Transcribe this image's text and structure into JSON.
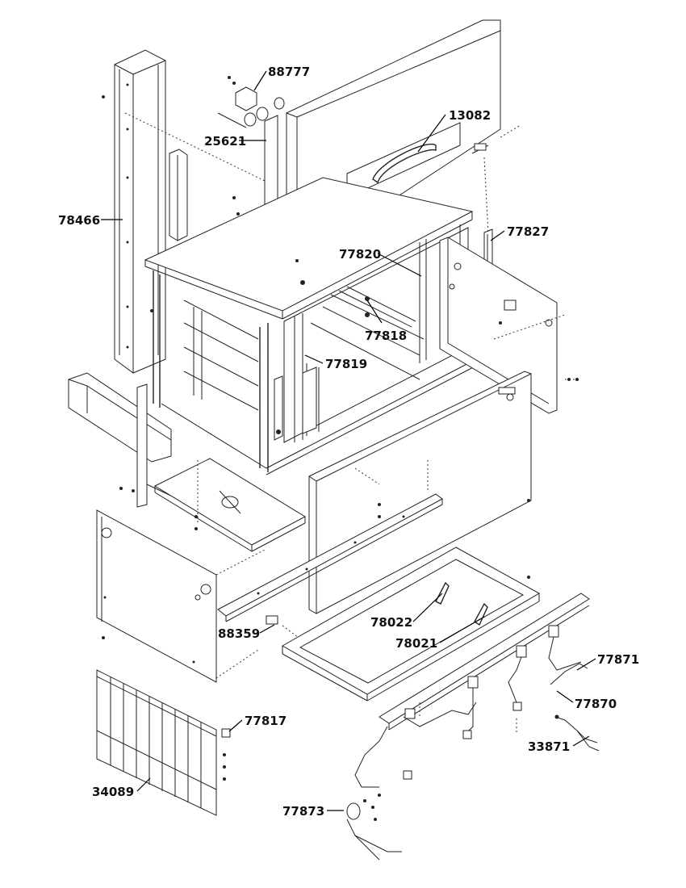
{
  "parts": {
    "p88777": "88777",
    "p25621": "25621",
    "p13082": "13082",
    "p78466": "78466",
    "p77827": "77827",
    "p77820": "77820",
    "p77818": "77818",
    "p77819": "77819",
    "p88359": "88359",
    "p78022": "78022",
    "p78021": "78021",
    "p77871": "77871",
    "p77870": "77870",
    "p77817": "77817",
    "p33871": "33871",
    "p34089": "34089",
    "p77873": "77873"
  },
  "colors": {
    "line": "#222222",
    "paper": "#ffffff"
  }
}
